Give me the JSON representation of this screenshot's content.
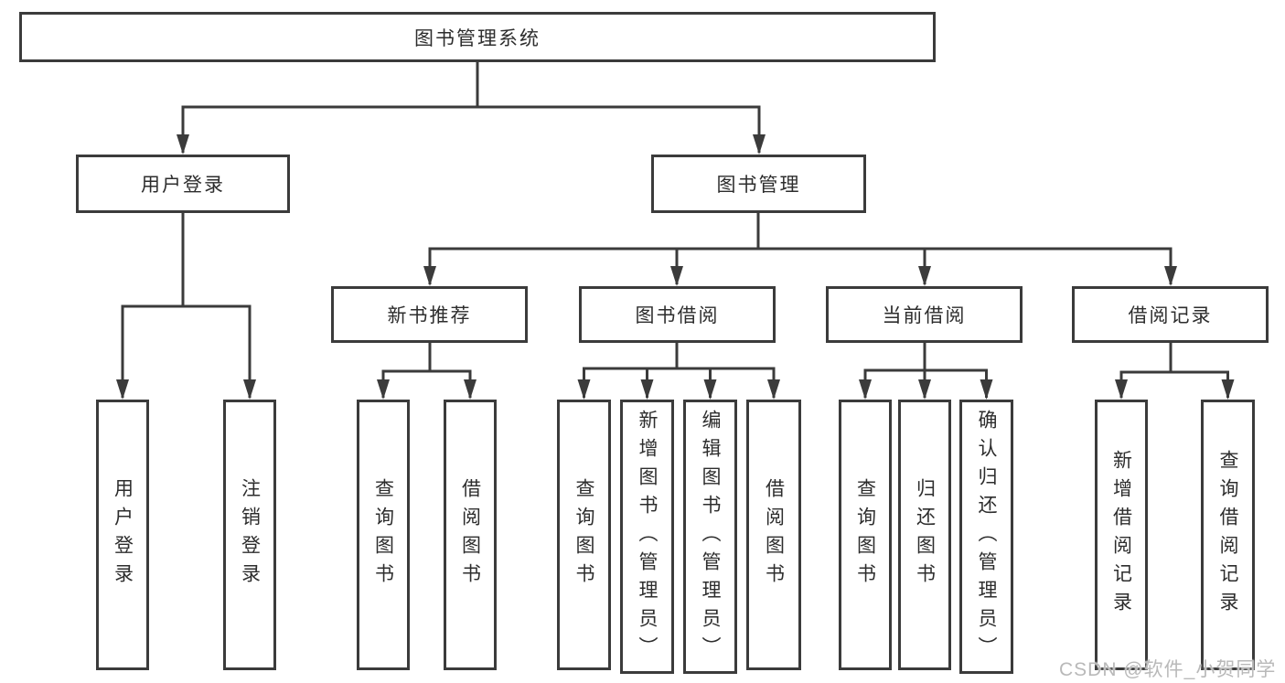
{
  "tree": {
    "root": "图书管理系统",
    "branches": [
      {
        "label": "用户登录",
        "leaves": [
          "用户登录",
          "注销登录"
        ]
      },
      {
        "label": "图书管理",
        "groups": [
          {
            "label": "新书推荐",
            "leaves": [
              "查询图书",
              "借阅图书"
            ]
          },
          {
            "label": "图书借阅",
            "leaves": [
              "查询图书",
              "新增图书（管理员）",
              "编辑图书（管理员）",
              "借阅图书"
            ]
          },
          {
            "label": "当前借阅",
            "leaves": [
              "查询图书",
              "归还图书",
              "确认归还（管理员）"
            ]
          },
          {
            "label": "借阅记录",
            "leaves": [
              "新增借阅记录",
              "查询借阅记录"
            ]
          }
        ]
      }
    ]
  },
  "watermark": {
    "text": "CSDN @软件_小贺同学"
  },
  "colors": {
    "line": "#3b3b3b",
    "text": "#2d2d2d",
    "background": "#ffffff",
    "watermark": "#b9b9b9"
  }
}
